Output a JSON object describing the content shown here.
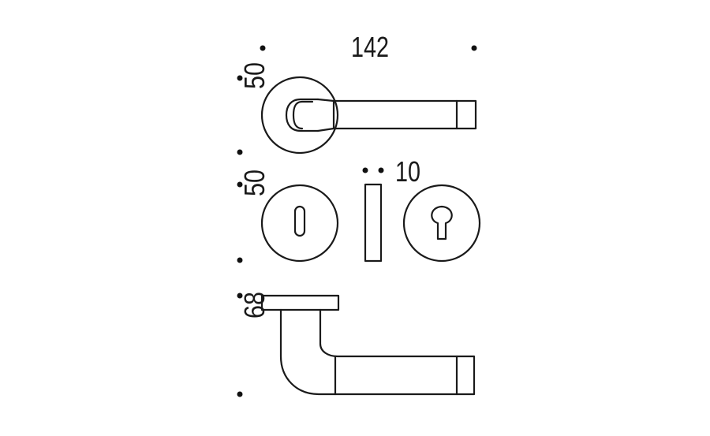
{
  "dimensions": {
    "width_label": "142",
    "rose_height_label": "50",
    "escutcheon_height_label": "50",
    "plate_thickness_label": "10",
    "lever_depth_label": "68"
  },
  "colors": {
    "line": "#1a1a1a",
    "background": "#ffffff"
  }
}
